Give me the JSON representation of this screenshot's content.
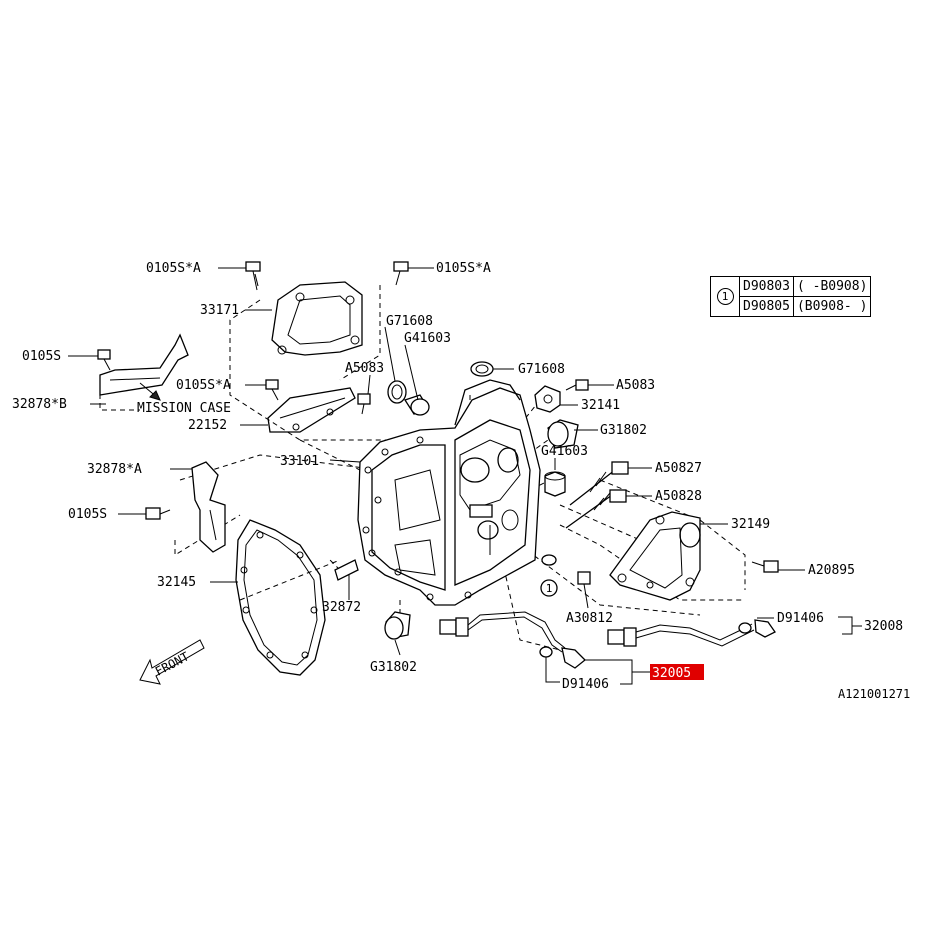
{
  "labels": {
    "bolt_0105s_a_top_left": "0105S*A",
    "bolt_0105s_a_top_right": "0105S*A",
    "cover_33171": "33171",
    "gasket_g71608_upper": "G71608",
    "bearing_g41603_upper": "G41603",
    "bolt_0105s_left": "0105S",
    "bolt_0105s_a_mid": "0105S*A",
    "bolt_a5083_left": "A5083",
    "bracket_32878_b": "32878*B",
    "mission_case": "MISSION CASE",
    "plate_22152": "22152",
    "gasket_g71608_right": "G71608",
    "bolt_a5083_right": "A5083",
    "plate_32141": "32141",
    "bearing_g31802_right": "G31802",
    "case_33101": "33101",
    "bearing_g41603_right": "G41603",
    "stud_a50827": "A50827",
    "stud_a50828": "A50828",
    "bracket_32878_a": "32878*A",
    "cover_32149": "32149",
    "bolt_0105s_lower": "0105S",
    "gasket_32145": "32145",
    "bolt_a20895": "A20895",
    "callout_1": "1",
    "bolt_a30812": "A30812",
    "plate_32872": "32872",
    "washer_d91406_right": "D91406",
    "sensor_32008": "32008",
    "bearing_g31802_lower": "G31802",
    "washer_d91406_lower": "D91406",
    "sensor_32005_highlight": "32005",
    "front": "FRONT",
    "diagram_code": "A121001271"
  },
  "legend": {
    "number": "1",
    "rows": [
      {
        "part": "D90803",
        "range": "( -B0908)"
      },
      {
        "part": "D90805",
        "range": "(B0908- )"
      }
    ]
  },
  "colors": {
    "highlight": "#e00000",
    "line": "#000000",
    "background": "#ffffff"
  }
}
